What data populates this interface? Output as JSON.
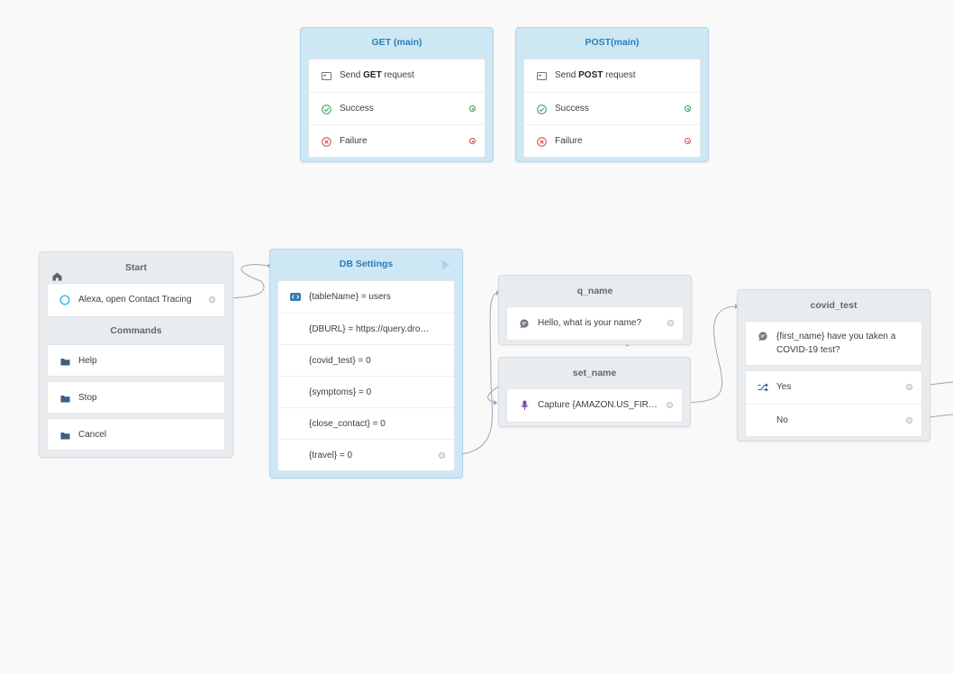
{
  "canvas": {
    "colors": {
      "background": "#f9f9f9",
      "blue_block": "#cde7f5",
      "grey_block": "#e9ecef",
      "wire": "#9aa7b4",
      "success": "#2e9b4e",
      "failure": "#d04848",
      "accent_blue": "#2a7fb8"
    }
  },
  "get_block": {
    "title": "GET (main)",
    "request_prefix": "Send ",
    "request_method": "GET",
    "request_suffix": " request",
    "success": "Success",
    "failure": "Failure"
  },
  "post_block": {
    "title": "POST(main)",
    "request_prefix": "Send ",
    "request_method": "POST",
    "request_suffix": " request",
    "success": "Success",
    "failure": "Failure"
  },
  "start_block": {
    "title": "Start",
    "invocation": "Alexa, open Contact Tracing",
    "commands_title": "Commands",
    "commands": [
      "Help",
      "Stop",
      "Cancel"
    ]
  },
  "db_block": {
    "title": "DB Settings",
    "rows": [
      "{tableName} = users",
      "{DBURL} = https://query.dropb...",
      "{covid_test} = 0",
      "{symptoms} = 0",
      "{close_contact} = 0",
      "{travel} = 0"
    ]
  },
  "q_name_block": {
    "title": "q_name",
    "speak": "Hello, what is your name?"
  },
  "set_name_block": {
    "title": "set_name",
    "capture": "Capture {AMAZON.US_FIRS..."
  },
  "covid_block": {
    "title": "covid_test",
    "speak": "{first_name} have you taken a COVID-19 test?",
    "choices": [
      "Yes",
      "No"
    ]
  },
  "icons": [
    "home-icon",
    "alexa-ring-icon",
    "folder-icon",
    "code-icon",
    "speech-bubble-icon",
    "microphone-icon",
    "shuffle-icon",
    "api-icon",
    "check-circle-icon",
    "x-circle-icon",
    "play-icon"
  ]
}
